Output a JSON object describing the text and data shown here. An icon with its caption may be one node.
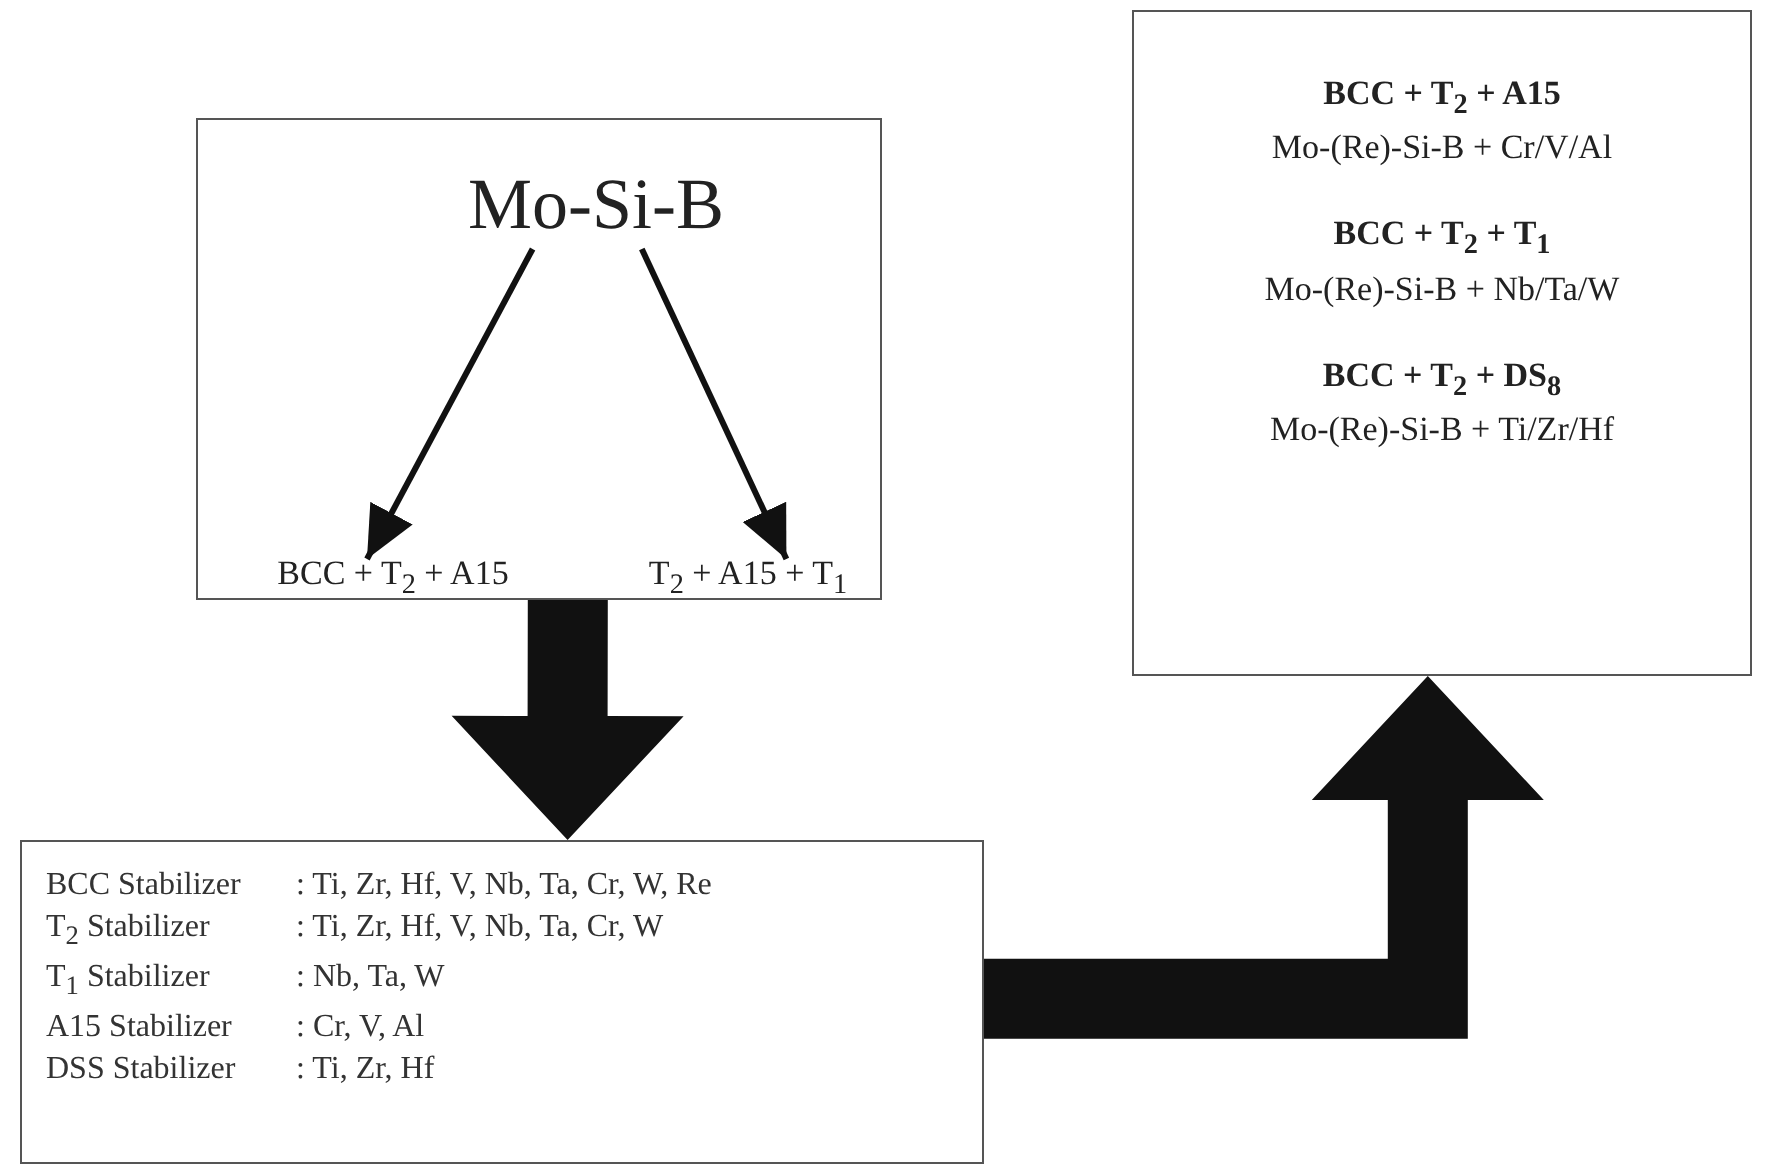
{
  "diagram": {
    "nodes": [
      {
        "text": [],
        "shape": "box"
      },
      {
        "text": [
          "Mo-Si-B"
        ],
        "in": 0
      },
      {
        "text": [
          "BCC + T$_{2}$ + A15"
        ],
        "in": 0
      },
      {
        "text": [
          "T$_{2}$ + A15 + T$_{1}$"
        ],
        "in": 0
      },
      {
        "text": [
          "BCC Stabilizer",
          ": Ti, Zr, Hf, V, Nb, Ta, Cr, W, Re",
          "T$_{2}$ Stabilizer",
          ": Ti, Zr, Hf, V, Nb, Ta, Cr, W",
          "T$_{1}$ Stabilizer",
          ": Nb, Ta, W",
          "A15 Stabilizer",
          ": Cr, V, Al",
          "DSS Stabilizer",
          ": Ti, Zr, Hf"
        ]
      },
      {
        "text": [
          "BCC + T$_{2}$ + A15",
          "Mo-(Re)-Si-B + Cr/V/Al",
          "BCC + T$_{2}$ + T$_{1}$",
          "Mo-(Re)-Si-B + Nb/Ta/W",
          "BCC + T$_{2}$ + DS$_{8}$",
          "Mo-(Re)-Si-B + Ti/Zr/Hf"
        ]
      }
    ],
    "edges": [
      {
        "from": 1,
        "to": 2,
        "arrow": "to"
      },
      {
        "from": 1,
        "to": 3,
        "arrow": "to"
      },
      {
        "from": 0,
        "to": 4,
        "arrow": "to",
        "style": "thick"
      },
      {
        "from": 4,
        "to": 5,
        "arrow": "to",
        "style": "thick"
      }
    ]
  }
}
